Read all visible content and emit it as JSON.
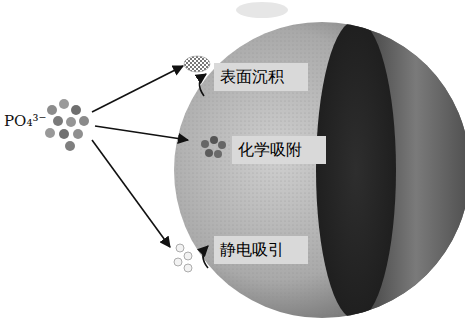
{
  "diagram": {
    "nodes": [
      {
        "text": [
          "表面沉积"
        ]
      },
      {
        "text": [
          "化学吸附"
        ]
      },
      {
        "text": [
          "静电吸引"
        ]
      }
    ],
    "labels": [
      "PO₄³⁻"
    ]
  }
}
